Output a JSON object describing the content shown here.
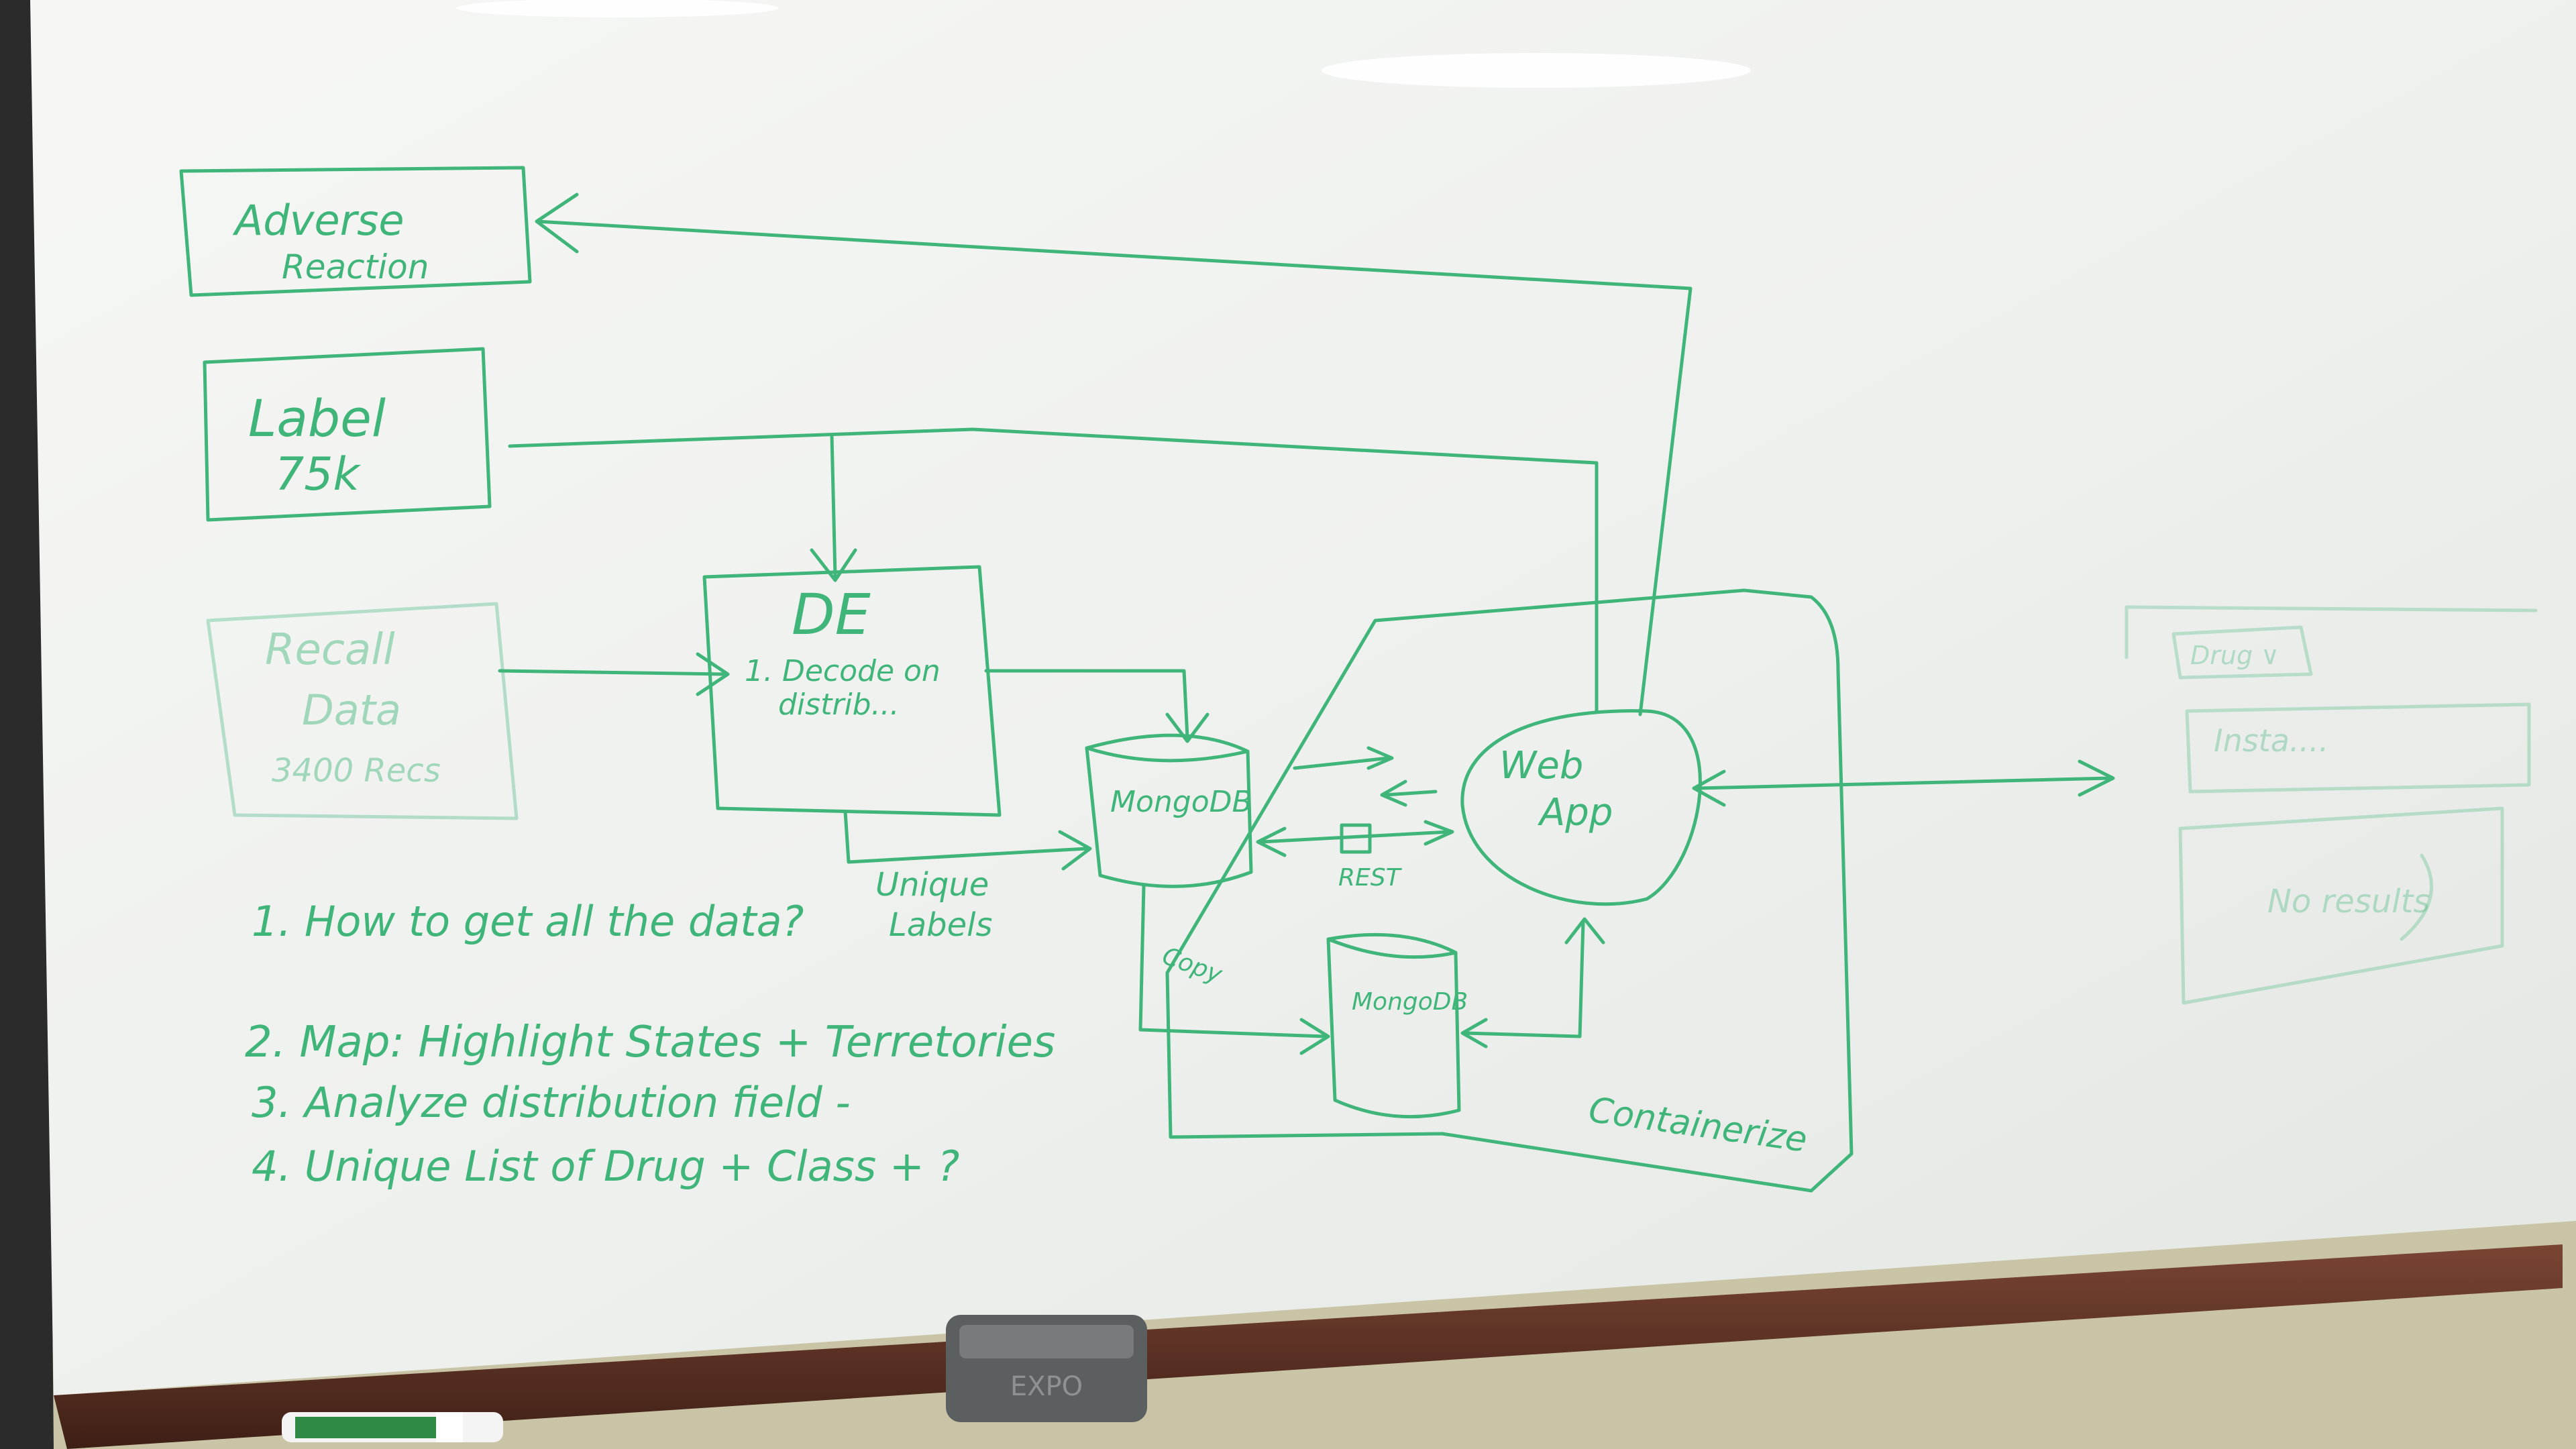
{
  "photo": {
    "subject": "whiteboard",
    "ink_color": "#3fb57a",
    "board_color": "#f1f3f1",
    "frame_color": "#2b2b2b",
    "tray_color": "#5a2f22",
    "wall_color": "#c9c4a6"
  },
  "boxes": {
    "adverse": {
      "line1": "Adverse",
      "line2": "Reaction"
    },
    "label": {
      "line1": "Label",
      "line2": "75k"
    },
    "recall": {
      "line1": "Recall",
      "line2": "Data",
      "line3": "3400 Recs"
    },
    "de": {
      "title": "DE",
      "line1": "1. Decode on",
      "line2": "distrib..."
    }
  },
  "nodes": {
    "mongo_top": "MongoDB",
    "mongo_bottom": "MongoDB",
    "web_app_line1": "Web",
    "web_app_line2": "App"
  },
  "edge_labels": {
    "unique_labels_1": "Unique",
    "unique_labels_2": "Labels",
    "rest": "REST",
    "copy": "Copy",
    "container": "Containerize"
  },
  "notes": [
    "1. How to get all the data?",
    "2. Map: Highlight States + Terretories",
    "3. Analyze distribution field -",
    "4. Unique List of Drug + Class + ?"
  ],
  "ui_sketch": {
    "dropdown": "Drug ∨",
    "input": "Insta....",
    "results": "No results"
  },
  "eraser_label": "EXPO"
}
